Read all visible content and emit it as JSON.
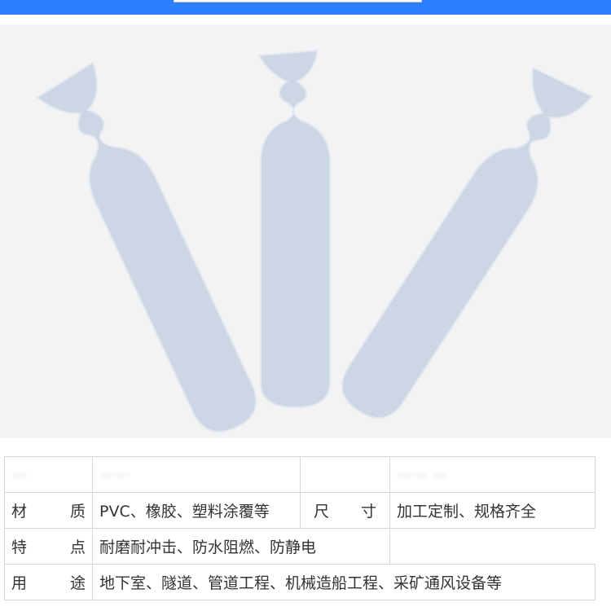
{
  "product_image": {
    "subject": "ventilation-duct-bags"
  },
  "specs": {
    "material": {
      "label_a": "材",
      "label_b": "质",
      "value": "PVC、橡胶、塑料涂覆等"
    },
    "size": {
      "label_a": "尺",
      "label_b": "寸",
      "value": "加工定制、规格齐全"
    },
    "features": {
      "label_a": "特",
      "label_b": "点",
      "value": "耐磨耐冲击、防水阻燃、防静电"
    },
    "usage": {
      "label_a": "用",
      "label_b": "途",
      "value": "地下室、隧道、管道工程、机械造船工程、采矿通风设备等"
    }
  },
  "colors": {
    "topbar": "#2b7ffc",
    "bag": "#c9d3e2"
  }
}
